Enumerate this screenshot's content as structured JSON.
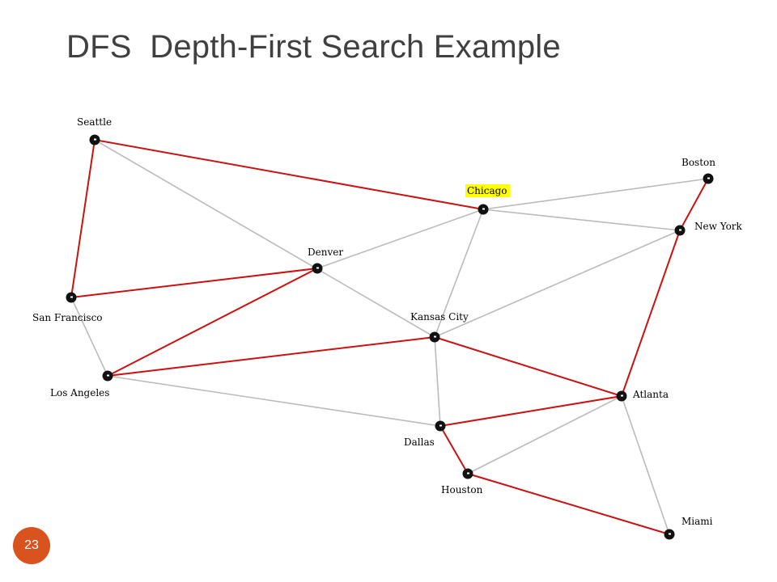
{
  "slide": {
    "title": "DFS  Depth-First Search Example",
    "page_number": "23"
  },
  "colors": {
    "title": "#404040",
    "tree_edge": "#cc1111",
    "non_tree_edge": "#bbbbbb",
    "node": "#111111",
    "highlight": "#ffff00",
    "badge": "#d9531e"
  },
  "graph": {
    "nodes": [
      {
        "id": "seattle",
        "label": "Seattle"
      },
      {
        "id": "boston",
        "label": "Boston"
      },
      {
        "id": "chicago",
        "label": "Chicago",
        "highlighted": true
      },
      {
        "id": "newyork",
        "label": "New York"
      },
      {
        "id": "denver",
        "label": "Denver"
      },
      {
        "id": "sanfrancisco",
        "label": "San Francisco"
      },
      {
        "id": "kansascity",
        "label": "Kansas City"
      },
      {
        "id": "losangeles",
        "label": "Los Angeles"
      },
      {
        "id": "atlanta",
        "label": "Atlanta"
      },
      {
        "id": "dallas",
        "label": "Dallas"
      },
      {
        "id": "houston",
        "label": "Houston"
      },
      {
        "id": "miami",
        "label": "Miami"
      }
    ],
    "edges": [
      {
        "from": "seattle",
        "to": "chicago",
        "dfs_tree": true
      },
      {
        "from": "seattle",
        "to": "sanfrancisco",
        "dfs_tree": true
      },
      {
        "from": "seattle",
        "to": "kansascity",
        "dfs_tree": false
      },
      {
        "from": "chicago",
        "to": "boston",
        "dfs_tree": false
      },
      {
        "from": "chicago",
        "to": "newyork",
        "dfs_tree": false
      },
      {
        "from": "chicago",
        "to": "denver",
        "dfs_tree": false
      },
      {
        "from": "chicago",
        "to": "kansascity",
        "dfs_tree": false
      },
      {
        "from": "boston",
        "to": "newyork",
        "dfs_tree": true
      },
      {
        "from": "newyork",
        "to": "kansascity",
        "dfs_tree": false
      },
      {
        "from": "newyork",
        "to": "atlanta",
        "dfs_tree": true
      },
      {
        "from": "sanfrancisco",
        "to": "denver",
        "dfs_tree": true
      },
      {
        "from": "sanfrancisco",
        "to": "losangeles",
        "dfs_tree": false
      },
      {
        "from": "denver",
        "to": "losangeles",
        "dfs_tree": true
      },
      {
        "from": "losangeles",
        "to": "kansascity",
        "dfs_tree": true
      },
      {
        "from": "losangeles",
        "to": "dallas",
        "dfs_tree": false
      },
      {
        "from": "kansascity",
        "to": "atlanta",
        "dfs_tree": true
      },
      {
        "from": "kansascity",
        "to": "dallas",
        "dfs_tree": false
      },
      {
        "from": "atlanta",
        "to": "dallas",
        "dfs_tree": true
      },
      {
        "from": "atlanta",
        "to": "houston",
        "dfs_tree": false
      },
      {
        "from": "atlanta",
        "to": "miami",
        "dfs_tree": false
      },
      {
        "from": "dallas",
        "to": "houston",
        "dfs_tree": true
      },
      {
        "from": "houston",
        "to": "miami",
        "dfs_tree": true
      }
    ]
  }
}
